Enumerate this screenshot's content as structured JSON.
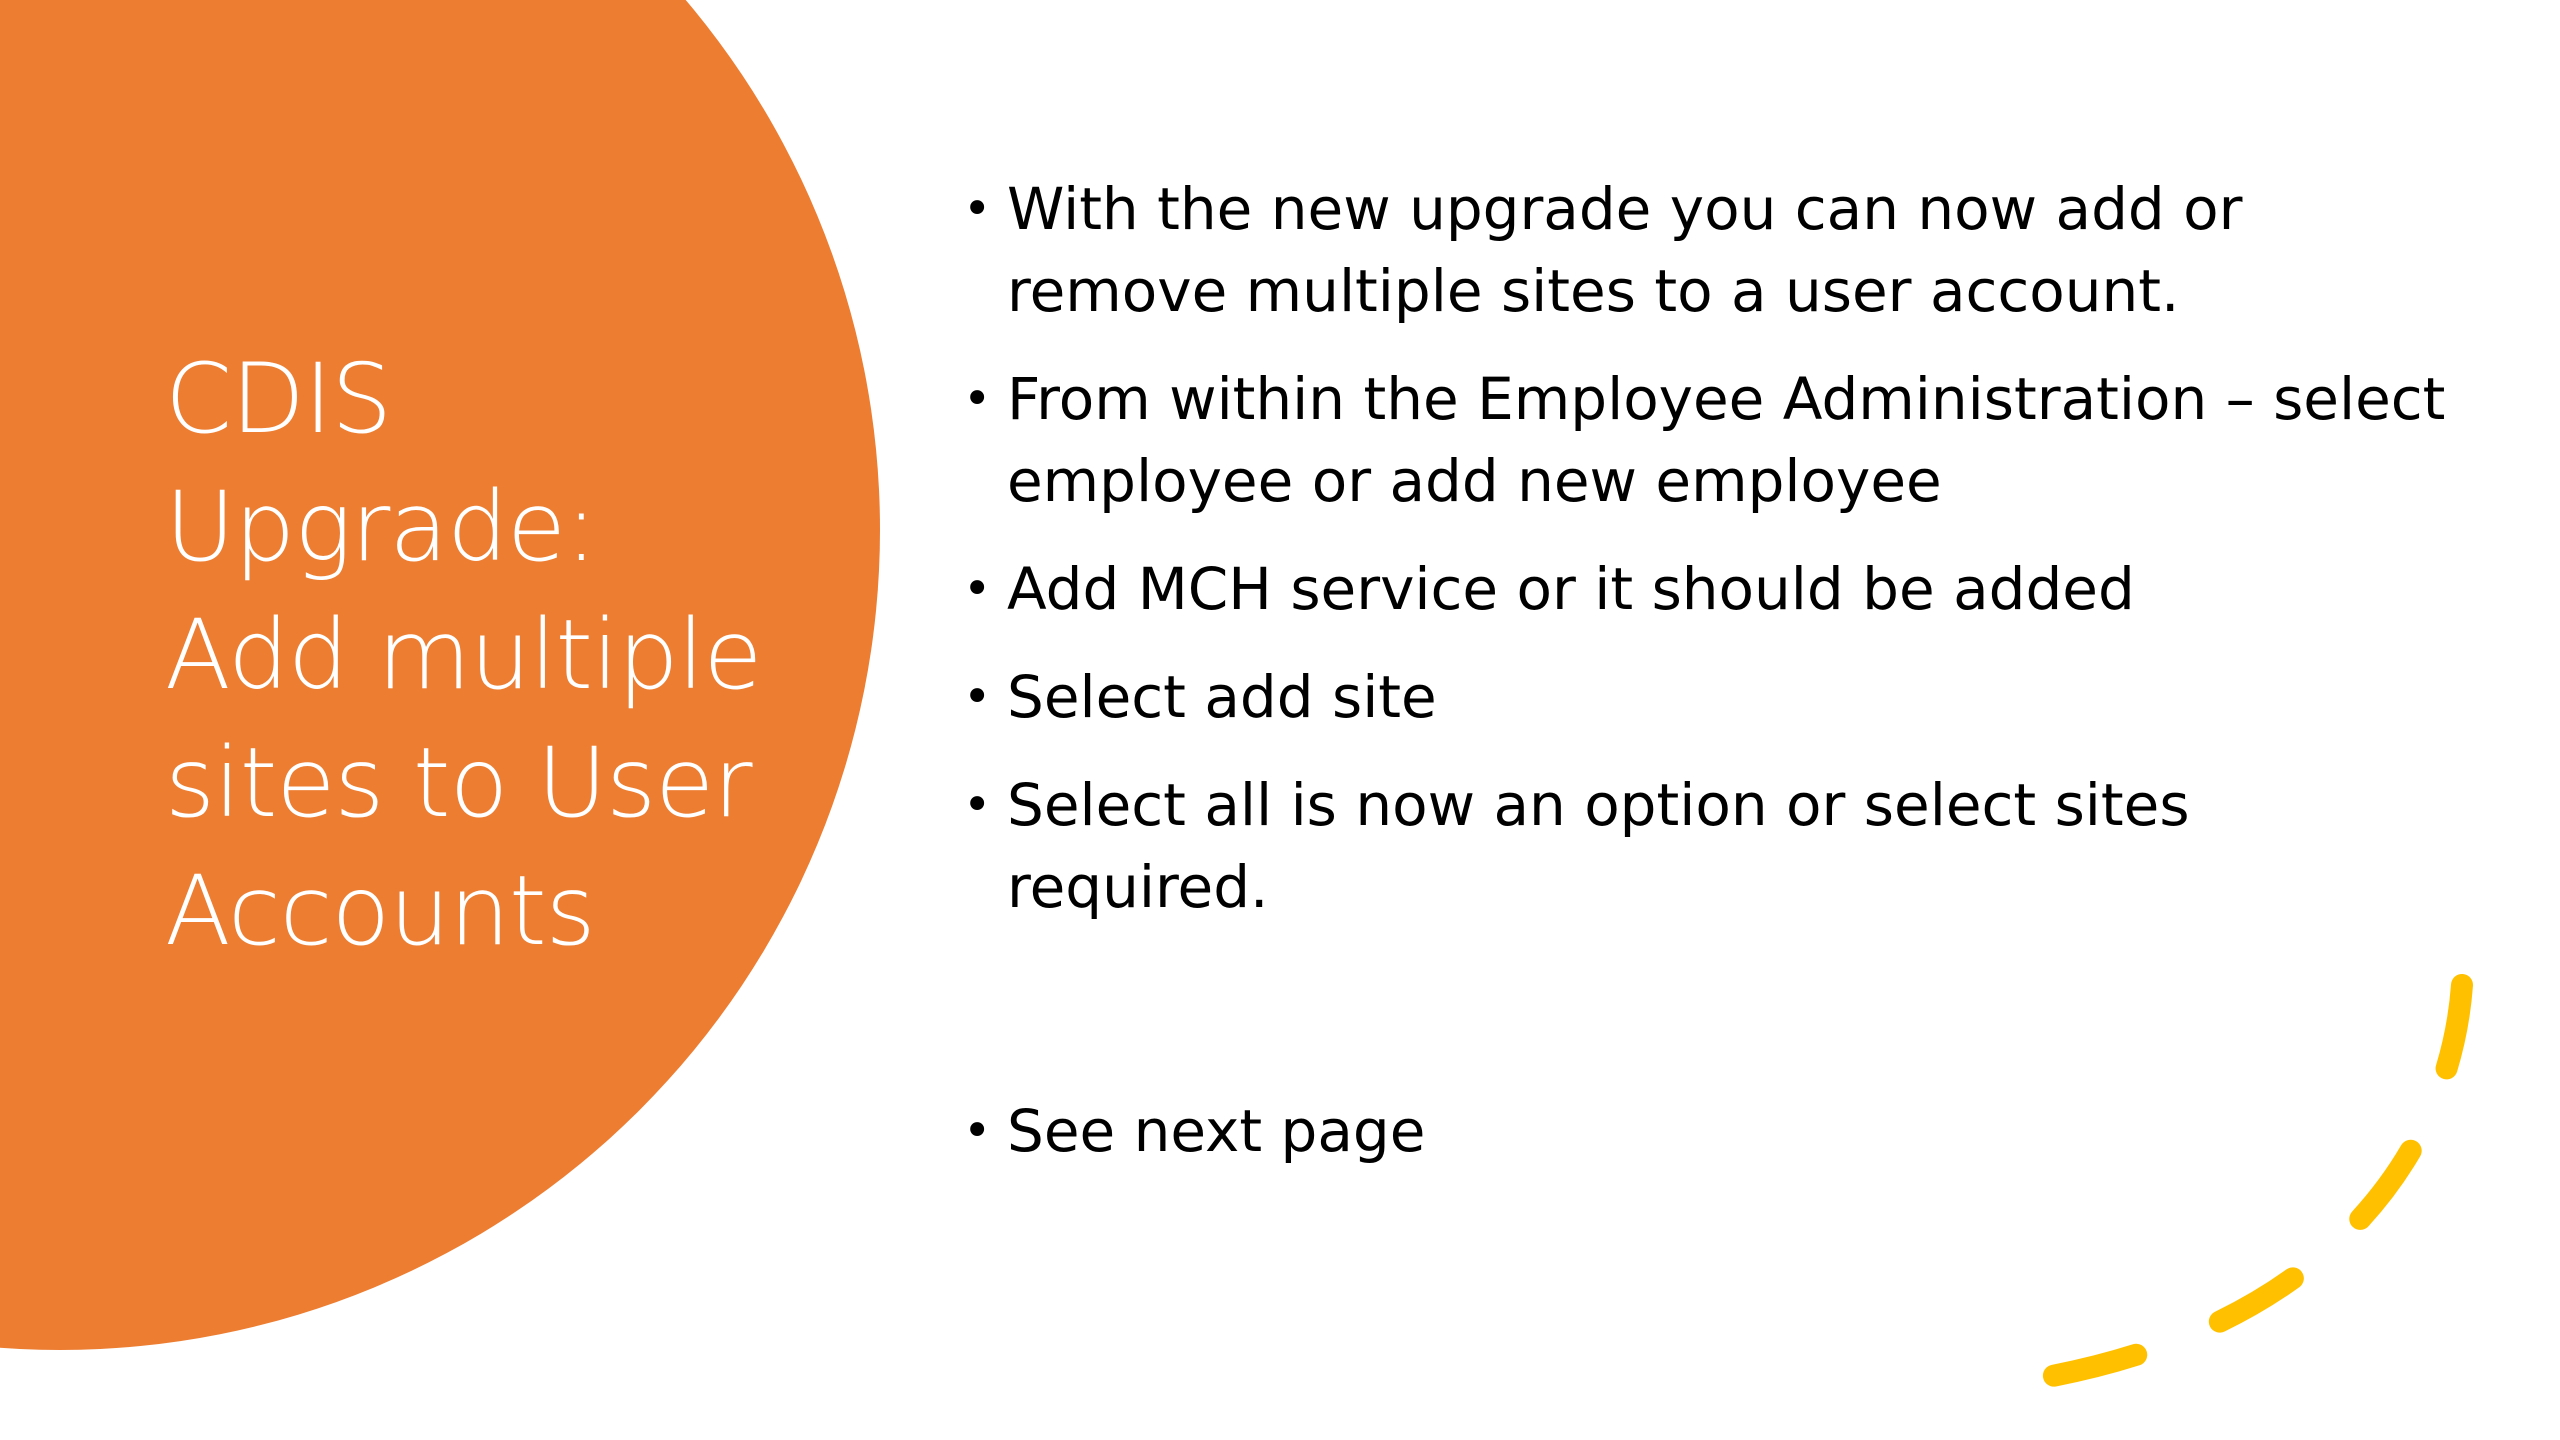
{
  "colors": {
    "circle": "#ED7D31",
    "accent_dashes": "#FFC000",
    "title_text": "#FFFFFF",
    "body_text": "#000000",
    "background": "#FFFFFF"
  },
  "title": {
    "lines": [
      "CDIS",
      "Upgrade:",
      "Add multiple",
      "sites to User",
      "Accounts"
    ]
  },
  "bullets": [
    {
      "text": "With the new upgrade you can now add or remove multiple sites to a user account."
    },
    {
      "text": "From within the Employee Administration – select employee or add new employee"
    },
    {
      "text": "Add MCH service or it should be added"
    },
    {
      "text": "Select add site"
    },
    {
      "text": "Select all is now an option or select sites required."
    },
    {
      "text": "See next page"
    }
  ],
  "bullet_symbol": "•",
  "decoration": {
    "icon": "dashed-arc"
  }
}
